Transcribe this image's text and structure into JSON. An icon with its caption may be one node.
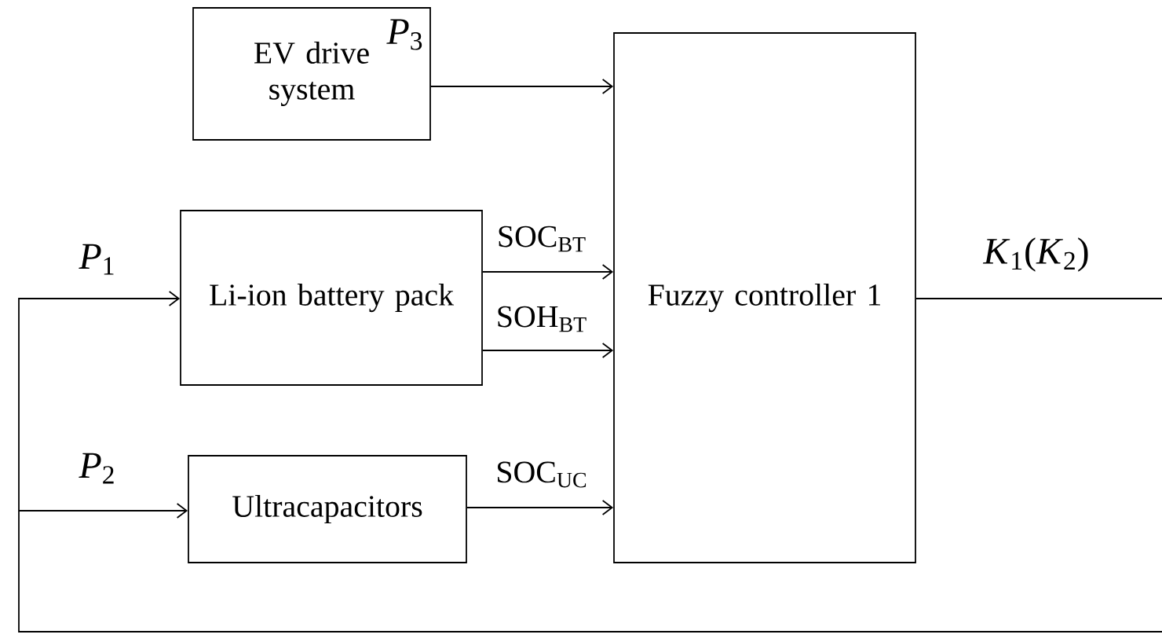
{
  "diagram": {
    "nodes": [
      {
        "text": [
          "EV drive system"
        ]
      },
      {
        "text": [
          "Li-ion battery pack"
        ]
      },
      {
        "text": [
          "Ultracapacitors"
        ]
      },
      {
        "text": [
          "Fuzzy controller 1"
        ]
      }
    ],
    "edges": [
      {
        "from": 0,
        "to": 3,
        "arrow": "to",
        "label": "*P*$_{3}$"
      },
      {
        "from": 1,
        "to": 3,
        "arrow": "to",
        "label": "SOC$_{BT}$"
      },
      {
        "from": 1,
        "to": 3,
        "arrow": "to",
        "label": "SOH$_{BT}$"
      },
      {
        "from": 2,
        "to": 3,
        "arrow": "to",
        "label": "SOC$_{UC}$"
      },
      {
        "from": 3,
        "to": null,
        "arrow": "none",
        "label": "*K*$_{1}$(*K*$_{2}$)"
      },
      {
        "from": null,
        "to": 1,
        "arrow": "to",
        "label": "*P*$_{1}$"
      },
      {
        "from": null,
        "to": 2,
        "arrow": "to",
        "label": "*P*$_{2}$"
      }
    ]
  }
}
